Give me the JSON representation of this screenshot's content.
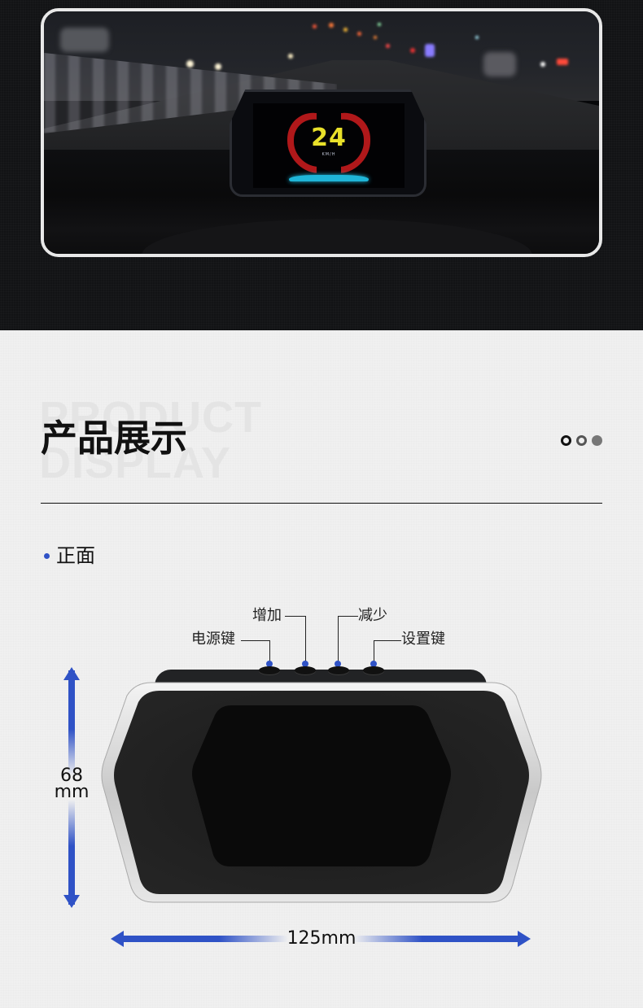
{
  "hero": {
    "photo_alt": "Night driving view with head-up display on dashboard",
    "hud": {
      "speed": "24",
      "unit": "KM/H",
      "colors": {
        "speed": "#e9e12a",
        "gauge": "#b0181a",
        "bar": "#1fb5d8"
      }
    }
  },
  "section": {
    "bg_text_line1": "PRODUCT",
    "bg_text_line2": "DISPLAY",
    "title": "产品展示",
    "pager_dots": [
      "outline-dark",
      "outline-gray",
      "filled-gray"
    ]
  },
  "view": {
    "label": "正面"
  },
  "buttons": {
    "power": "电源键",
    "increase": "增加",
    "decrease": "减少",
    "settings": "设置键"
  },
  "dimensions": {
    "height_value": "68",
    "height_unit": "mm",
    "width": "125mm"
  },
  "colors": {
    "accent": "#2f52c6",
    "dark_bg": "#121315",
    "light_bg": "#f0f0f0"
  }
}
